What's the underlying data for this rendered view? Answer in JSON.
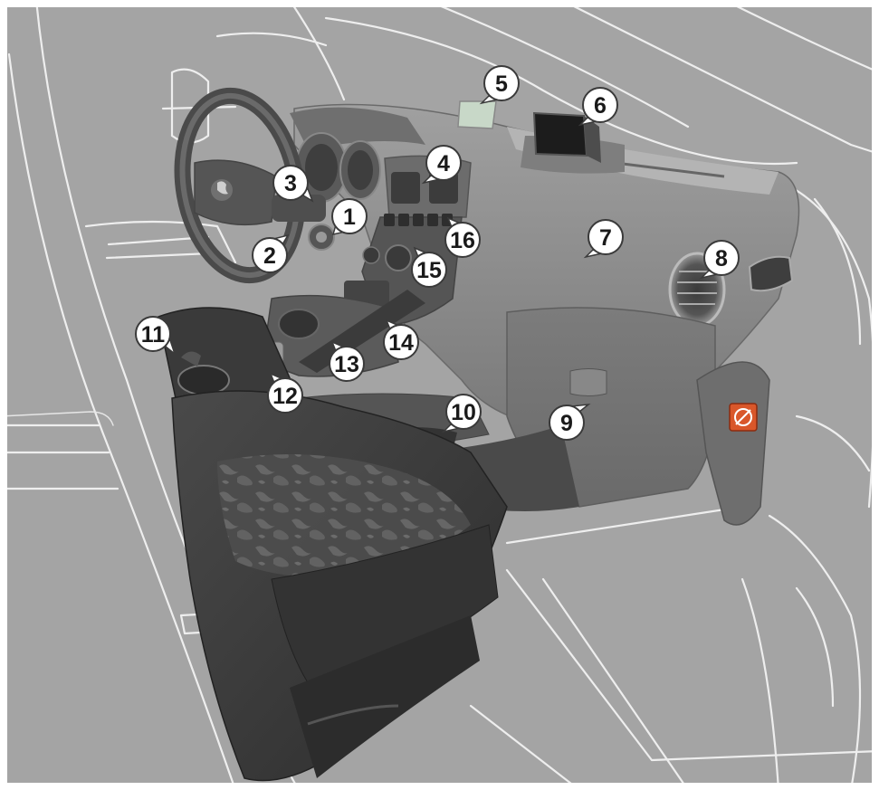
{
  "colors": {
    "background": "#a4a4a4",
    "outline": "#eeeeee",
    "dashboard": "#8d8d8d",
    "dashboard_dark": "#5d5d5d",
    "seat": "#3e3e3e",
    "seat_pattern": "#5a5a5a",
    "callout_fill": "#ffffff",
    "callout_stroke": "#3a3a3a",
    "warning_label": "#d9572a"
  },
  "icons": {
    "airbag_off_label": "airbag-deactivation-icon",
    "steering_logo": "lion-emblem-icon"
  },
  "callouts": [
    {
      "label": "1"
    },
    {
      "label": "2"
    },
    {
      "label": "3"
    },
    {
      "label": "4"
    },
    {
      "label": "5"
    },
    {
      "label": "6"
    },
    {
      "label": "7"
    },
    {
      "label": "8"
    },
    {
      "label": "9"
    },
    {
      "label": "10"
    },
    {
      "label": "11"
    },
    {
      "label": "12"
    },
    {
      "label": "13"
    },
    {
      "label": "14"
    },
    {
      "label": "15"
    },
    {
      "label": "16"
    }
  ]
}
